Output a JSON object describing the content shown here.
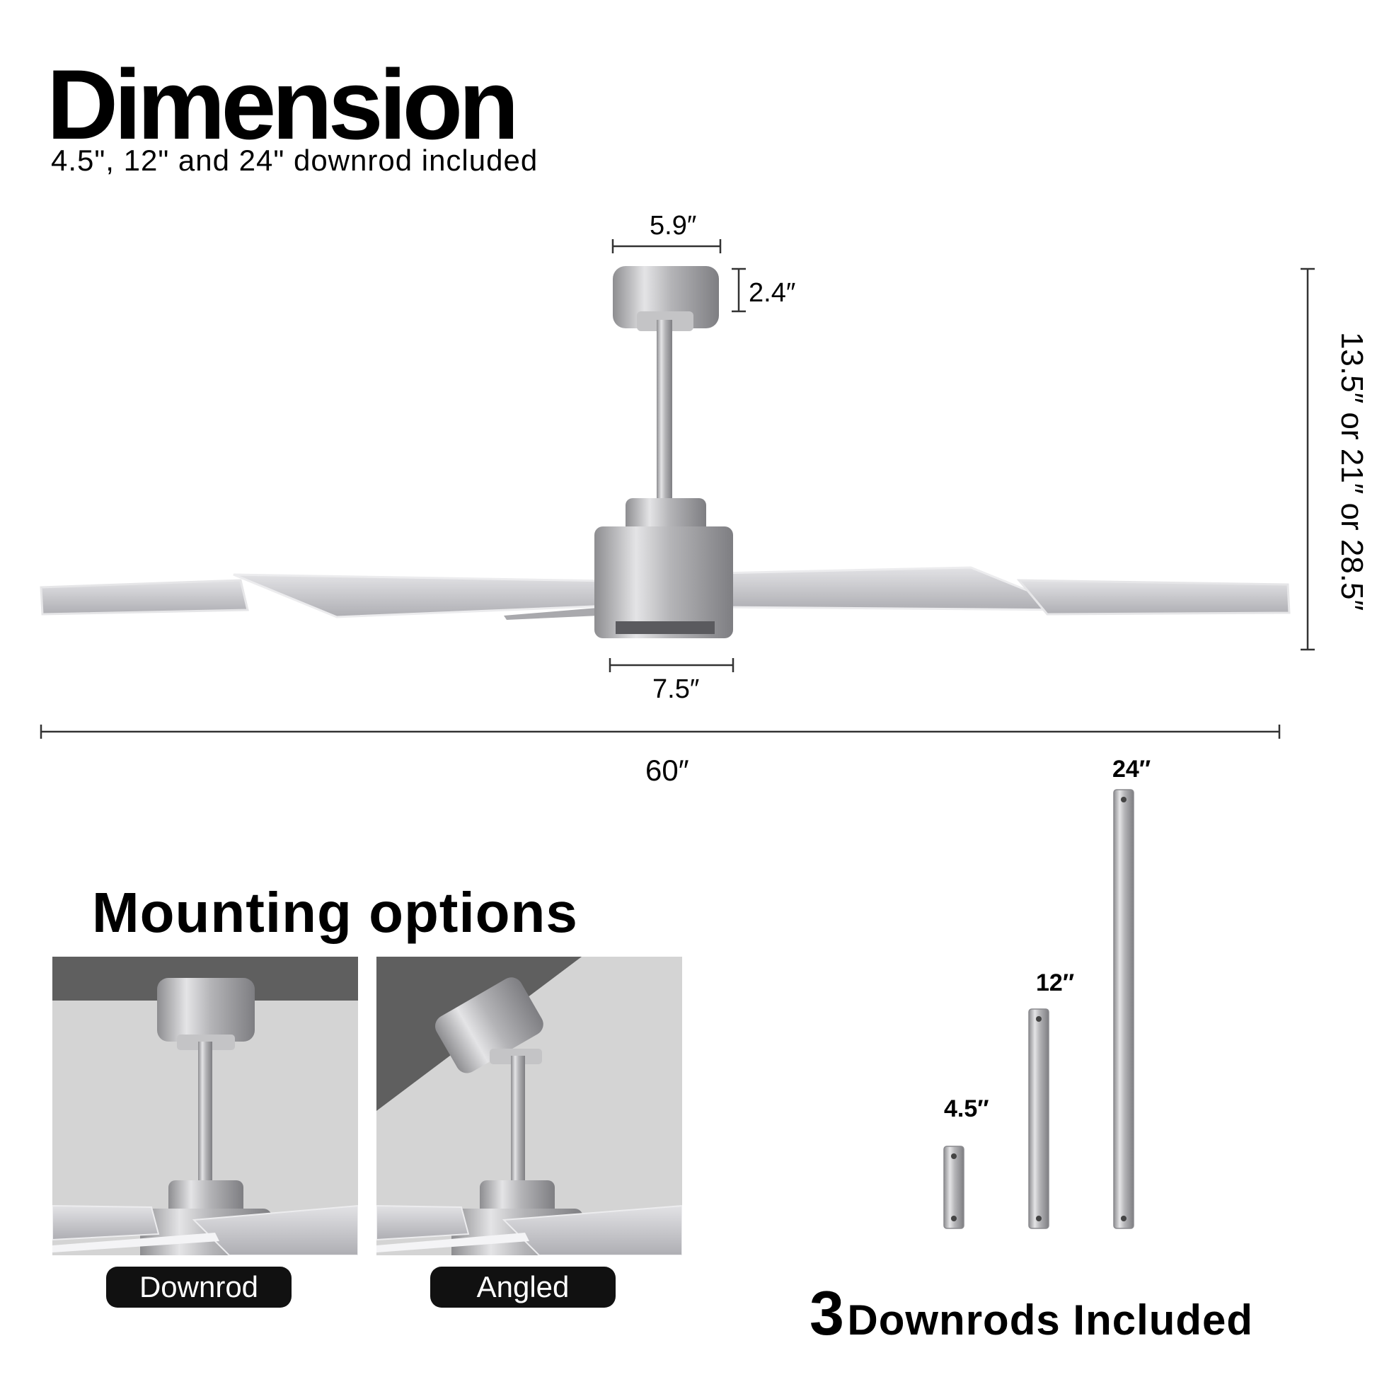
{
  "header": {
    "title": "Dimension",
    "subtitle": "4.5\", 12\" and 24\" downrod included"
  },
  "dimensions": {
    "canopy_width": "5.9″",
    "canopy_height": "2.4″",
    "motor_width": "7.5″",
    "span": "60″",
    "height": "13.5″ or 21″ or 28.5″"
  },
  "mounting": {
    "title": "Mounting options",
    "options": [
      {
        "label": "Downrod"
      },
      {
        "label": "Angled"
      }
    ]
  },
  "downrods": {
    "count": "3",
    "title": "Downrods Included",
    "items": [
      {
        "label": "4.5″",
        "length": 4.5
      },
      {
        "label": "12″",
        "length": 12
      },
      {
        "label": "24″",
        "length": 24
      }
    ]
  },
  "colors": {
    "metal": "#b7b7b9",
    "blade": "#c8c8cc",
    "ceiling_dark": "#5f5f5f",
    "wall_light": "#d4d4d4",
    "pill_bg": "#111111"
  }
}
